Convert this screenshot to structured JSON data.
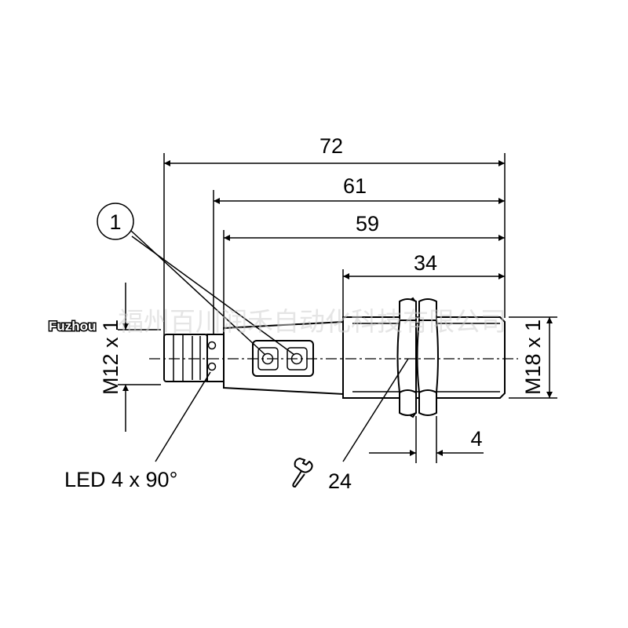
{
  "dimensions": {
    "overall_length": "72",
    "length_61": "61",
    "length_59": "59",
    "thread_length": "34",
    "nut_width": "4"
  },
  "labels": {
    "connector_thread": "M12 x 1",
    "body_thread": "M18 x 1",
    "led": "LED 4 x 90°",
    "wrench_size": "24",
    "callout": "1"
  },
  "watermark": {
    "brand": "Fuzhou",
    "company": "福州百川润禾自动化科技有限公司"
  }
}
